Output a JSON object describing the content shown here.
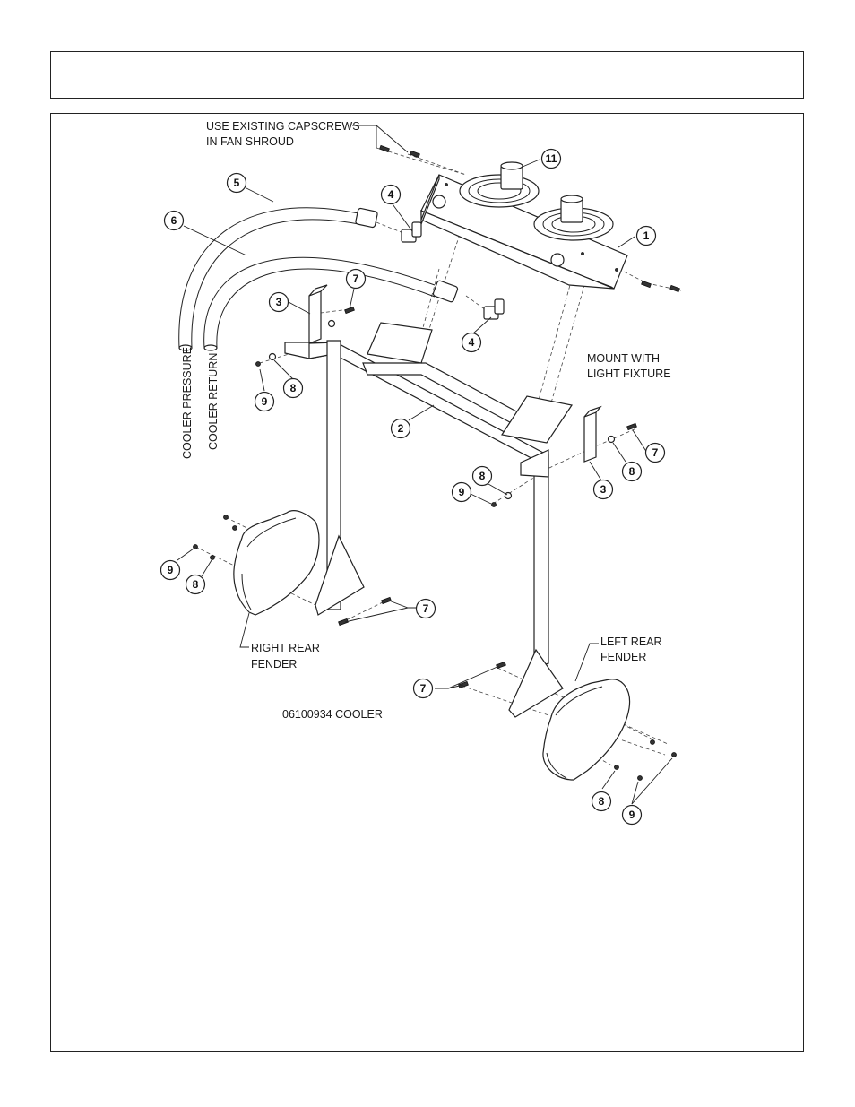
{
  "header": {
    "title": ""
  },
  "diagram": {
    "labels": {
      "capscrews": [
        "USE EXISTING CAPSCREWS",
        "IN FAN SHROUD"
      ],
      "mount": [
        "MOUNT WITH",
        "LIGHT FIXTURE"
      ],
      "right_fender": [
        "RIGHT REAR",
        "FENDER"
      ],
      "left_fender": [
        "LEFT REAR",
        "FENDER"
      ],
      "drawing_number": "06100934 COOLER",
      "cooler_pressure": "COOLER PRESSURE",
      "cooler_return": "COOLER RETURN"
    },
    "balloons": [
      "11",
      "1",
      "5",
      "4",
      "6",
      "7",
      "3",
      "4",
      "9",
      "8",
      "2",
      "7",
      "8",
      "3",
      "8",
      "9",
      "9",
      "8",
      "7",
      "7",
      "8",
      "9"
    ]
  }
}
